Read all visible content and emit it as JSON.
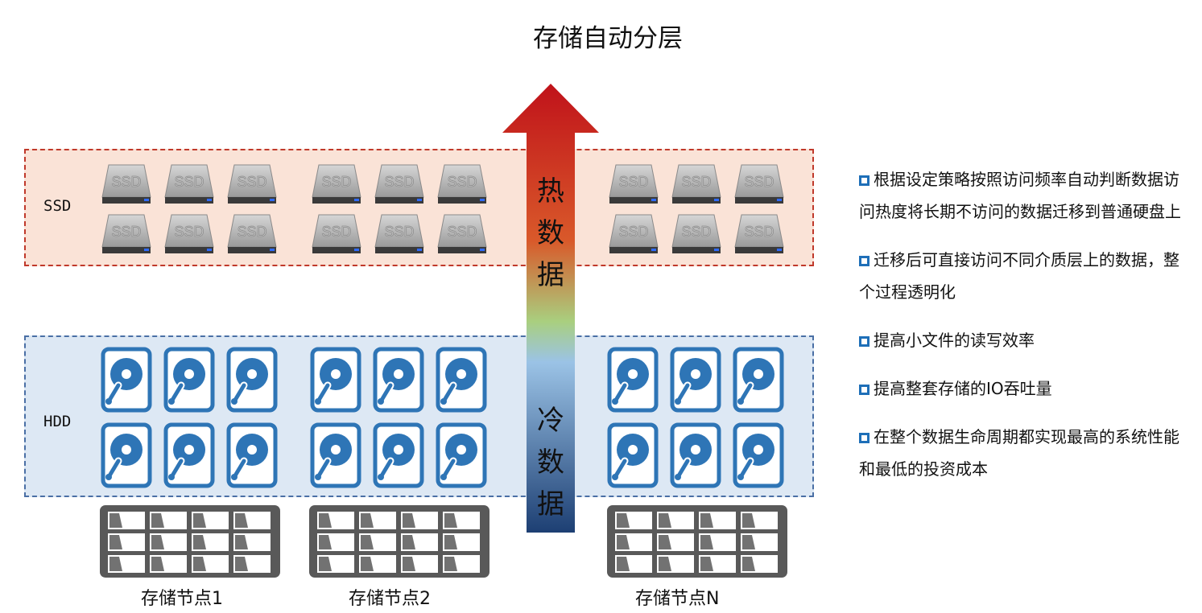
{
  "title": "存储自动分层",
  "tiers": {
    "ssd_label": "SSD",
    "hdd_label": "HDD"
  },
  "arrow": {
    "hot_text": "热数据",
    "cold_text": "冷数据",
    "colors": [
      "#c0121a",
      "#d9592a",
      "#a9cf7f",
      "#9bc3e6",
      "#1d3f73"
    ]
  },
  "devices": {
    "ssd_badge": "SSD"
  },
  "nodes": [
    {
      "label": "存储节点1"
    },
    {
      "label": "存储节点2"
    },
    {
      "label": "存储节点N"
    }
  ],
  "bullets": [
    "根据设定策略按照访问频率自动判断数据访问热度将长期不访问的数据迁移到普通硬盘上",
    "迁移后可直接访问不同介质层上的数据，整个过程透明化",
    "提高小文件的读写效率",
    "提高整套存储的IO吞吐量",
    "在整个数据生命周期都实现最高的系统性能和最低的投资成本"
  ],
  "colors": {
    "ssd_bg": "#fae3d7",
    "ssd_border": "#c0392b",
    "hdd_bg": "#dde8f4",
    "hdd_border": "#4a6fa5",
    "hdd_icon": "#2e75b6",
    "node": "#595959",
    "bullet_box": "#1e6fb8"
  }
}
